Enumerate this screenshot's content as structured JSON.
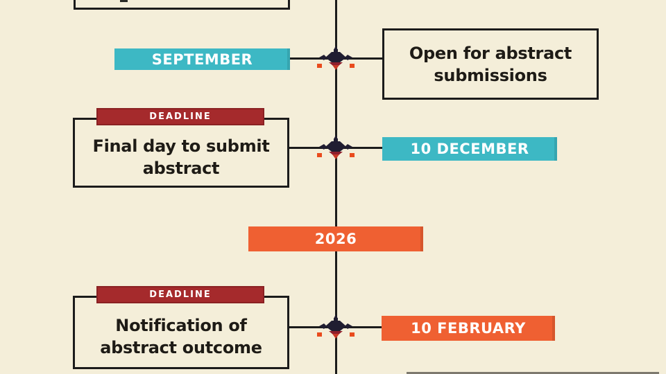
{
  "colors": {
    "bg": "#f4eed9",
    "ink": "#1b1b1b",
    "teal": "#3db8c4",
    "orange": "#ef6032",
    "red": "#a52a2c",
    "red_border": "#8a2123",
    "text_dark": "#1e1b16",
    "white": "#ffffff",
    "marker_dark": "#201d31",
    "marker_red_dark": "#8e1f2c",
    "marker_red_bright": "#c83a28",
    "marker_orange": "#e94b1d"
  },
  "rows": {
    "september": {
      "month": "SEPTEMBER",
      "title_line1": "Open for abstract",
      "title_line2": "submissions"
    },
    "december": {
      "ribbon": "DEADLINE",
      "title_line1": "Final day to submit",
      "title_line2": "abstract",
      "date": "10 DECEMBER"
    },
    "year": {
      "label": "2026"
    },
    "february": {
      "ribbon": "DEADLINE",
      "title_line1": "Notification of",
      "title_line2": "abstract outcome",
      "date": "10 FEBRUARY"
    }
  }
}
